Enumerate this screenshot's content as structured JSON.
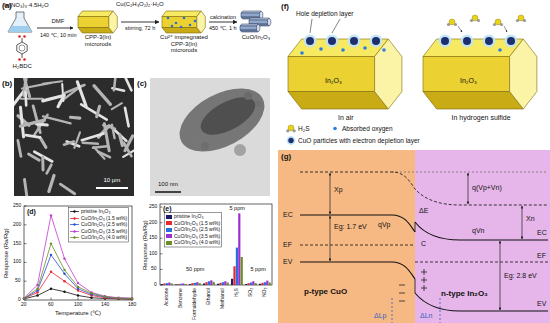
{
  "diagram": {
    "nodes": [
      {
        "text": [
          "CPP-3(In) microrods"
        ]
      },
      {
        "text": [
          "Cu²⁺ impregnated CPP-3(In) microrods"
        ]
      },
      {
        "text": [
          "CuO/In₂O₃"
        ]
      },
      {
        "text": [
          "In₂O₃"
        ]
      },
      {
        "text": [
          "In₂O₃"
        ]
      },
      {
        "text": [
          "p-type CuO"
        ]
      },
      {
        "text": [
          "n-type In₂O₃"
        ]
      }
    ],
    "edges": [
      {
        "from": 0,
        "to": 1,
        "arrow": "to",
        "label": "stirring, 72 h"
      },
      {
        "from": 1,
        "to": 2,
        "arrow": "to",
        "label": "calcination"
      }
    ],
    "labels": [
      "(a)",
      "In(NO₃)₃·4.5H₂O",
      "DMF",
      "140 ℃, 10 min",
      "H₂BDC",
      "Cu(C₂H₃O₂)₂·H₂O",
      "450 ℃, 1 h",
      "(b)",
      "10 μm",
      "(c)",
      "100 nm",
      "(d)",
      "0",
      "50",
      "100",
      "150",
      "200",
      "250",
      "20",
      "60",
      "100",
      "140",
      "180",
      "Response (Ra/Rg)",
      "Temperature (℃)",
      "(e)",
      "0",
      "50",
      "100",
      "150",
      "200",
      "250",
      "Response (Ra/Rg)",
      "Acetone",
      "Benzene",
      "Formaldehyde",
      "Ethanol",
      "Methanol",
      "H₂S",
      "SO₂",
      "NO₂",
      "50 ppm",
      "5 ppm",
      "5 ppm",
      "(f)",
      "Hole depletion layer",
      "In air",
      "In hydrogen sulfide",
      "(g)",
      "Xp",
      "q(Vp+Vn)",
      "ΔE",
      "qVp",
      "qVn",
      "C",
      "Xn",
      "EC",
      "EF",
      "EV",
      "Eg: 1.7 eV",
      "Eg: 2.8 eV",
      "EC",
      "EF",
      "EV",
      "ΔLp",
      "ΔLn"
    ],
    "legend": [
      {
        "text": "pristine In₂O₃"
      },
      {
        "text": "CuO/In₂O₃ (1.5 wt%)"
      },
      {
        "text": "CuO/In₂O₃ (2.5 wt%)"
      },
      {
        "text": "CuO/In₂O₃ (3.5 wt%)"
      },
      {
        "text": "CuO/In₂O₃ (4.0 wt%)"
      },
      {
        "text": "pristine In₂O₃",
        "color": "#1b1b6e"
      },
      {
        "text": "CuO/In₂O₃ (1.5 wt%)",
        "color": "#e8282e"
      },
      {
        "text": "CuO/In₂O₃ (2.5 wt%)",
        "color": "#2a6fe0"
      },
      {
        "text": "CuO/In₂O₃ (3.5 wt%)",
        "color": "#9b2fd0"
      },
      {
        "text": "CuO/In₂O₃ (4.0 wt%)",
        "color": "#6b8e23"
      },
      {
        "text": "H₂S"
      },
      {
        "text": "Absorbed oxygen"
      },
      {
        "text": "CuO particles with electron depletion layer"
      }
    ]
  }
}
